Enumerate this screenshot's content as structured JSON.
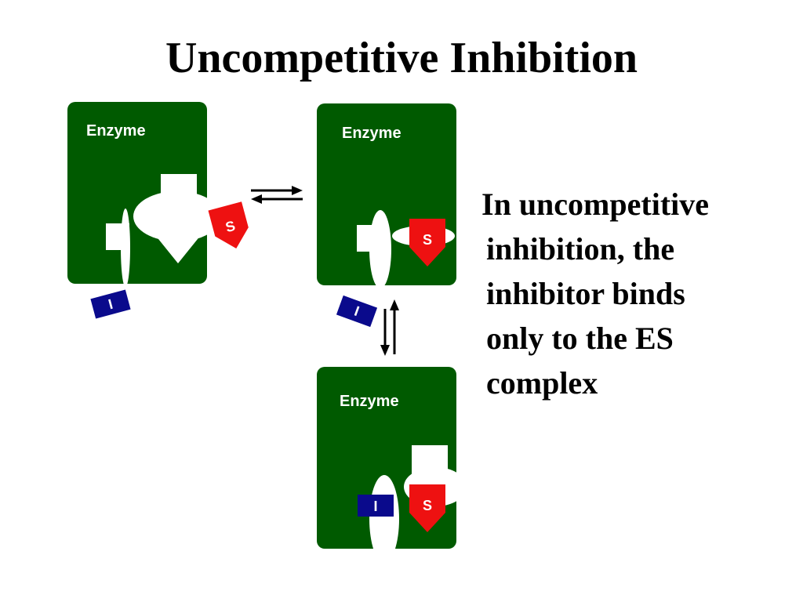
{
  "title": "Uncompetitive Inhibition",
  "enzyme_label": "Enzyme",
  "substrate_label": "S",
  "inhibitor_label": "I",
  "explanation_lines": [
    "In uncompetitive",
    "inhibition, the",
    "inhibitor binds",
    "only to the ES",
    "complex"
  ],
  "colors": {
    "enzyme": "#005a00",
    "substrate": "#ee1111",
    "inhibitor": "#0a0a8c",
    "arrow": "#000000",
    "text": "#000000"
  }
}
